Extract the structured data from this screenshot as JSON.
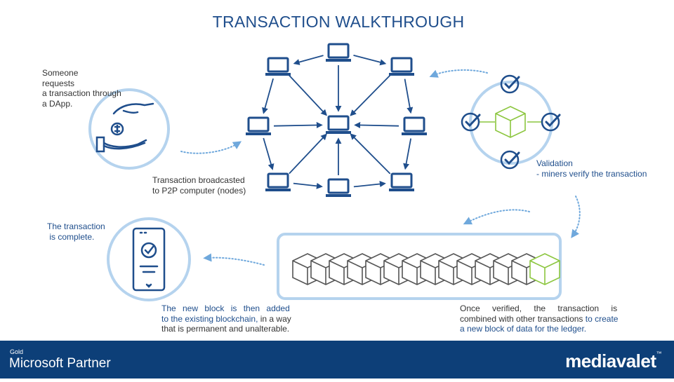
{
  "title": "TRANSACTION WALKTHROUGH",
  "steps": {
    "request": {
      "line1": "Someone requests",
      "line2": "a transaction through",
      "line3": "a DApp."
    },
    "broadcast": {
      "line1": "Transaction broadcasted",
      "line2": "to P2P computer (nodes)"
    },
    "validation": {
      "line1": "Validation",
      "line2": "- miners verify the transaction"
    },
    "verified": {
      "line1": "Once verified, the transaction is",
      "line2_a": "combined with other transactions ",
      "line2_b": "to create",
      "line3": "a new block of data for the ledger."
    },
    "new_block": {
      "line1": "The new block is then added",
      "line2_a": "to the existing blockchain, ",
      "line2_b": "in a way",
      "line3": "that is permanent and unalterable."
    },
    "complete": {
      "line1": "The transaction",
      "line2": " is complete."
    }
  },
  "footer": {
    "partner_tier": "Gold",
    "partner_name": "Microsoft Partner",
    "brand": "mediavalet",
    "brand_mark": "™"
  },
  "colors": {
    "primary": "#1f4e8c",
    "accent_green": "#8cc63f",
    "ring": "#b5d3ee",
    "footer": "#0d3f78"
  },
  "icons": [
    "hand-coin-icon",
    "laptop-icon",
    "check-badge-icon",
    "block-cube-icon",
    "phone-check-icon"
  ]
}
